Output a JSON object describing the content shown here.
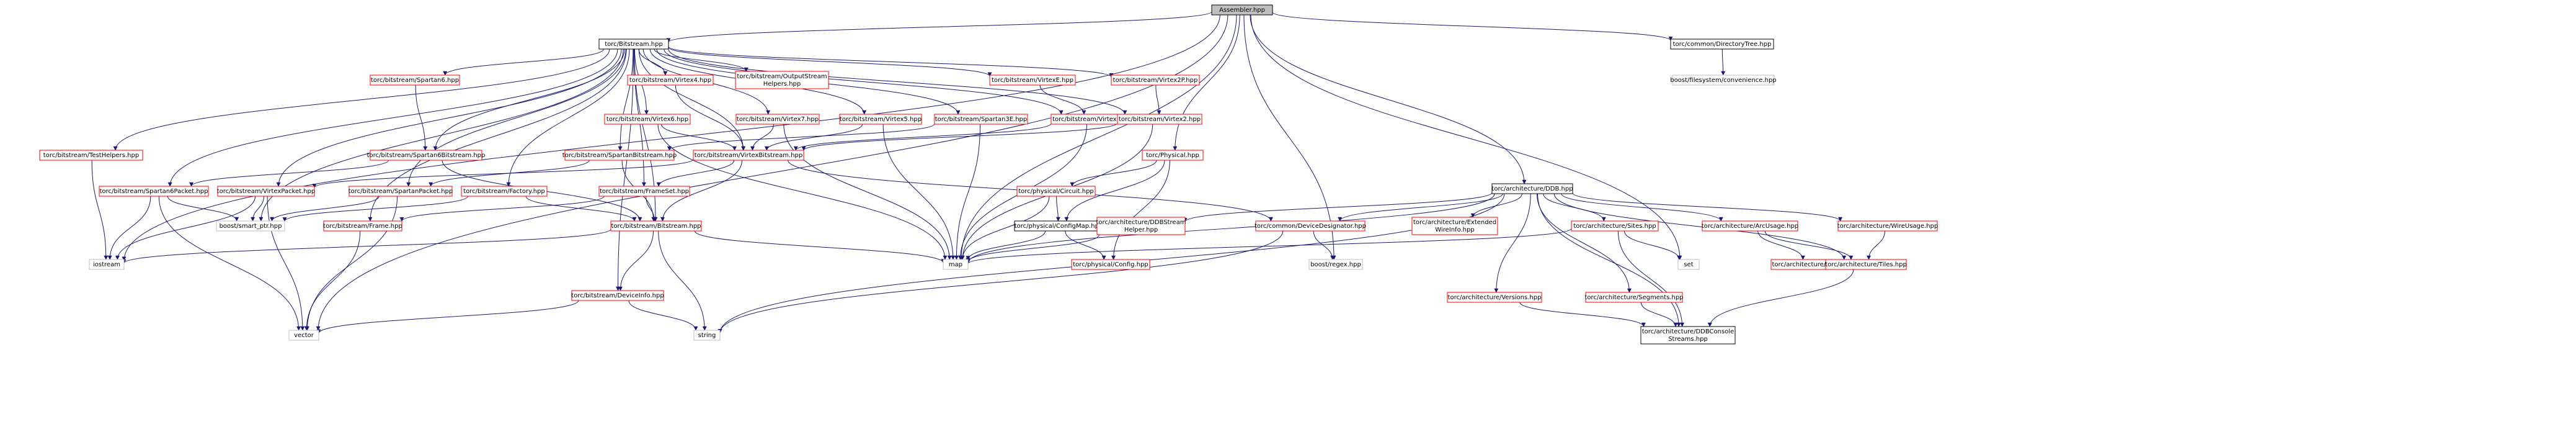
{
  "colors": {
    "root_fill": "#bfbfbf",
    "node_fill": "#ffffff",
    "doc_border": "#000000",
    "missing_border": "#ff0000",
    "external_border": "#bfbfbf",
    "edge": "#191970",
    "text": "#000000"
  },
  "nodes": [
    {
      "id": "assembler",
      "kind": "root",
      "lines": [
        "Assembler.hpp"
      ]
    },
    {
      "id": "bitstream",
      "kind": "doc",
      "lines": [
        "torc/Bitstream.hpp"
      ]
    },
    {
      "id": "dirtree",
      "kind": "doc",
      "lines": [
        "torc/common/DirectoryTree.hpp"
      ]
    },
    {
      "id": "fsconv",
      "kind": "ext",
      "lines": [
        "boost/filesystem/convenience.hpp"
      ]
    },
    {
      "id": "spartan6",
      "kind": "missing",
      "lines": [
        "torc/bitstream/Spartan6.hpp"
      ]
    },
    {
      "id": "virtex4",
      "kind": "missing",
      "lines": [
        "torc/bitstream/Virtex4.hpp"
      ]
    },
    {
      "id": "outstream",
      "kind": "missing",
      "lines": [
        "torc/bitstream/OutputStream",
        "Helpers.hpp"
      ]
    },
    {
      "id": "virtexe",
      "kind": "missing",
      "lines": [
        "torc/bitstream/VirtexE.hpp"
      ]
    },
    {
      "id": "virtex2p",
      "kind": "missing",
      "lines": [
        "torc/bitstream/Virtex2P.hpp"
      ]
    },
    {
      "id": "testhelpers",
      "kind": "missing",
      "lines": [
        "torc/bitstream/TestHelpers.hpp"
      ]
    },
    {
      "id": "virtex6",
      "kind": "missing",
      "lines": [
        "torc/bitstream/Virtex6.hpp"
      ]
    },
    {
      "id": "virtex7",
      "kind": "missing",
      "lines": [
        "torc/bitstream/Virtex7.hpp"
      ]
    },
    {
      "id": "virtex5",
      "kind": "missing",
      "lines": [
        "torc/bitstream/Virtex5.hpp"
      ]
    },
    {
      "id": "spartan3e",
      "kind": "missing",
      "lines": [
        "torc/bitstream/Spartan3E.hpp"
      ]
    },
    {
      "id": "virtex",
      "kind": "missing",
      "lines": [
        "torc/bitstream/Virtex.hpp"
      ]
    },
    {
      "id": "virtex2",
      "kind": "missing",
      "lines": [
        "torc/bitstream/Virtex2.hpp"
      ]
    },
    {
      "id": "spartan6bs",
      "kind": "missing",
      "lines": [
        "torc/bitstream/Spartan6Bitstream.hpp"
      ]
    },
    {
      "id": "spartanbs",
      "kind": "missing",
      "lines": [
        "torc/bitstream/SpartanBitstream.hpp"
      ]
    },
    {
      "id": "virtexbs",
      "kind": "missing",
      "lines": [
        "torc/bitstream/VirtexBitstream.hpp"
      ]
    },
    {
      "id": "physical",
      "kind": "missing",
      "lines": [
        "torc/Physical.hpp"
      ]
    },
    {
      "id": "ddb",
      "kind": "doc",
      "lines": [
        "torc/architecture/DDB.hpp"
      ]
    },
    {
      "id": "sp6packet",
      "kind": "missing",
      "lines": [
        "torc/bitstream/Spartan6Packet.hpp"
      ]
    },
    {
      "id": "vpacket",
      "kind": "missing",
      "lines": [
        "torc/bitstream/VirtexPacket.hpp"
      ]
    },
    {
      "id": "sppacket",
      "kind": "missing",
      "lines": [
        "torc/bitstream/SpartanPacket.hpp"
      ]
    },
    {
      "id": "factory",
      "kind": "missing",
      "lines": [
        "torc/bitstream/Factory.hpp"
      ]
    },
    {
      "id": "frameset",
      "kind": "missing",
      "lines": [
        "torc/bitstream/FrameSet.hpp"
      ]
    },
    {
      "id": "circuit",
      "kind": "missing",
      "lines": [
        "torc/physical/Circuit.hpp"
      ]
    },
    {
      "id": "configmap",
      "kind": "doc",
      "lines": [
        "torc/physical/ConfigMap.hpp"
      ]
    },
    {
      "id": "ddbstreamhelper",
      "kind": "missing",
      "lines": [
        "torc/architecture/DDBStream",
        "Helper.hpp"
      ]
    },
    {
      "id": "devdesig",
      "kind": "missing",
      "lines": [
        "torc/common/DeviceDesignator.hpp"
      ]
    },
    {
      "id": "extwireinfo",
      "kind": "missing",
      "lines": [
        "torc/architecture/Extended",
        "WireInfo.hpp"
      ]
    },
    {
      "id": "sites",
      "kind": "missing",
      "lines": [
        "torc/architecture/Sites.hpp"
      ]
    },
    {
      "id": "arcusage",
      "kind": "missing",
      "lines": [
        "torc/architecture/ArcUsage.hpp"
      ]
    },
    {
      "id": "wireusage",
      "kind": "missing",
      "lines": [
        "torc/architecture/WireUsage.hpp"
      ]
    },
    {
      "id": "bitstreamhpp",
      "kind": "missing",
      "lines": [
        "torc/bitstream/Bitstream.hpp"
      ]
    },
    {
      "id": "frame",
      "kind": "missing",
      "lines": [
        "torc/bitstream/Frame.hpp"
      ]
    },
    {
      "id": "smartptr",
      "kind": "ext",
      "lines": [
        "boost/smart_ptr.hpp"
      ]
    },
    {
      "id": "iostream",
      "kind": "ext",
      "lines": [
        "iostream"
      ]
    },
    {
      "id": "map",
      "kind": "ext",
      "lines": [
        "map"
      ]
    },
    {
      "id": "config",
      "kind": "missing",
      "lines": [
        "torc/physical/Config.hpp"
      ]
    },
    {
      "id": "regex",
      "kind": "ext",
      "lines": [
        "boost/regex.hpp"
      ]
    },
    {
      "id": "set",
      "kind": "ext",
      "lines": [
        "set"
      ]
    },
    {
      "id": "arc",
      "kind": "missing",
      "lines": [
        "torc/architecture/Arc.hpp"
      ]
    },
    {
      "id": "tiles",
      "kind": "missing",
      "lines": [
        "torc/architecture/Tiles.hpp"
      ]
    },
    {
      "id": "deviceinfo",
      "kind": "missing",
      "lines": [
        "torc/bitstream/DeviceInfo.hpp"
      ]
    },
    {
      "id": "versions",
      "kind": "missing",
      "lines": [
        "torc/architecture/Versions.hpp"
      ]
    },
    {
      "id": "segments",
      "kind": "missing",
      "lines": [
        "torc/architecture/Segments.hpp"
      ]
    },
    {
      "id": "vector",
      "kind": "ext",
      "lines": [
        "vector"
      ]
    },
    {
      "id": "string",
      "kind": "ext",
      "lines": [
        "string"
      ]
    },
    {
      "id": "ddbconsole",
      "kind": "doc",
      "lines": [
        "torc/architecture/DDBConsole",
        "Streams.hpp"
      ]
    }
  ],
  "edges": [
    [
      "assembler",
      "bitstream"
    ],
    [
      "assembler",
      "dirtree"
    ],
    [
      "assembler",
      "physical"
    ],
    [
      "assembler",
      "ddb"
    ],
    [
      "assembler",
      "map"
    ],
    [
      "assembler",
      "iostream"
    ],
    [
      "assembler",
      "vector"
    ],
    [
      "assembler",
      "regex"
    ],
    [
      "assembler",
      "set"
    ],
    [
      "dirtree",
      "fsconv"
    ],
    [
      "bitstream",
      "spartan6"
    ],
    [
      "bitstream",
      "virtex4"
    ],
    [
      "bitstream",
      "outstream"
    ],
    [
      "bitstream",
      "virtexe"
    ],
    [
      "bitstream",
      "virtex2p"
    ],
    [
      "bitstream",
      "testhelpers"
    ],
    [
      "bitstream",
      "virtex6"
    ],
    [
      "bitstream",
      "virtex7"
    ],
    [
      "bitstream",
      "virtex5"
    ],
    [
      "bitstream",
      "spartan3e"
    ],
    [
      "bitstream",
      "virtex"
    ],
    [
      "bitstream",
      "virtex2"
    ],
    [
      "bitstream",
      "spartan6bs"
    ],
    [
      "bitstream",
      "spartanbs"
    ],
    [
      "bitstream",
      "virtexbs"
    ],
    [
      "bitstream",
      "sp6packet"
    ],
    [
      "bitstream",
      "vpacket"
    ],
    [
      "bitstream",
      "sppacket"
    ],
    [
      "bitstream",
      "factory"
    ],
    [
      "bitstream",
      "frameset"
    ],
    [
      "bitstream",
      "frame"
    ],
    [
      "bitstream",
      "bitstreamhpp"
    ],
    [
      "bitstream",
      "deviceinfo"
    ],
    [
      "bitstream",
      "smartptr"
    ],
    [
      "spartan6",
      "spartan6bs"
    ],
    [
      "virtex4",
      "virtexbs"
    ],
    [
      "virtexe",
      "virtex"
    ],
    [
      "virtex2p",
      "virtex2"
    ],
    [
      "virtex6",
      "virtexbs"
    ],
    [
      "virtex6",
      "map"
    ],
    [
      "virtex7",
      "virtexbs"
    ],
    [
      "virtex7",
      "map"
    ],
    [
      "virtex5",
      "virtexbs"
    ],
    [
      "virtex5",
      "map"
    ],
    [
      "spartan3e",
      "spartanbs"
    ],
    [
      "spartan3e",
      "map"
    ],
    [
      "virtex",
      "virtexbs"
    ],
    [
      "virtex",
      "map"
    ],
    [
      "virtex2",
      "virtexbs"
    ],
    [
      "virtex2",
      "map"
    ],
    [
      "spartan6bs",
      "sp6packet"
    ],
    [
      "spartan6bs",
      "bitstreamhpp"
    ],
    [
      "spartanbs",
      "sppacket"
    ],
    [
      "spartanbs",
      "bitstreamhpp"
    ],
    [
      "virtexbs",
      "vpacket"
    ],
    [
      "virtexbs",
      "frameset"
    ],
    [
      "virtexbs",
      "bitstreamhpp"
    ],
    [
      "virtexbs",
      "devdesig"
    ],
    [
      "testhelpers",
      "iostream"
    ],
    [
      "sp6packet",
      "smartptr"
    ],
    [
      "sp6packet",
      "iostream"
    ],
    [
      "sp6packet",
      "vector"
    ],
    [
      "vpacket",
      "smartptr"
    ],
    [
      "vpacket",
      "iostream"
    ],
    [
      "vpacket",
      "vector"
    ],
    [
      "sppacket",
      "smartptr"
    ],
    [
      "sppacket",
      "vector"
    ],
    [
      "factory",
      "smartptr"
    ],
    [
      "factory",
      "bitstreamhpp"
    ],
    [
      "frameset",
      "frame"
    ],
    [
      "frameset",
      "bitstreamhpp"
    ],
    [
      "frame",
      "vector"
    ],
    [
      "bitstreamhpp",
      "iostream"
    ],
    [
      "bitstreamhpp",
      "map"
    ],
    [
      "bitstreamhpp",
      "string"
    ],
    [
      "bitstreamhpp",
      "deviceinfo"
    ],
    [
      "deviceinfo",
      "vector"
    ],
    [
      "deviceinfo",
      "string"
    ],
    [
      "physical",
      "circuit"
    ],
    [
      "physical",
      "configmap"
    ],
    [
      "physical",
      "config"
    ],
    [
      "circuit",
      "configmap"
    ],
    [
      "circuit",
      "map"
    ],
    [
      "configmap",
      "config"
    ],
    [
      "configmap",
      "map"
    ],
    [
      "devdesig",
      "regex"
    ],
    [
      "devdesig",
      "string"
    ],
    [
      "ddb",
      "ddbstreamhelper"
    ],
    [
      "ddb",
      "devdesig"
    ],
    [
      "ddb",
      "extwireinfo"
    ],
    [
      "ddb",
      "sites"
    ],
    [
      "ddb",
      "arcusage"
    ],
    [
      "ddb",
      "wireusage"
    ],
    [
      "ddb",
      "versions"
    ],
    [
      "ddb",
      "segments"
    ],
    [
      "ddb",
      "tiles"
    ],
    [
      "ddb",
      "ddbconsole"
    ],
    [
      "ddb",
      "map"
    ],
    [
      "ddb",
      "string"
    ],
    [
      "ddbstreamhelper",
      "map"
    ],
    [
      "sites",
      "map"
    ],
    [
      "sites",
      "set"
    ],
    [
      "sites",
      "ddbconsole"
    ],
    [
      "arcusage",
      "arc"
    ],
    [
      "arcusage",
      "tiles"
    ],
    [
      "wireusage",
      "tiles"
    ],
    [
      "segments",
      "ddbconsole"
    ],
    [
      "versions",
      "ddbconsole"
    ],
    [
      "tiles",
      "ddbconsole"
    ]
  ]
}
